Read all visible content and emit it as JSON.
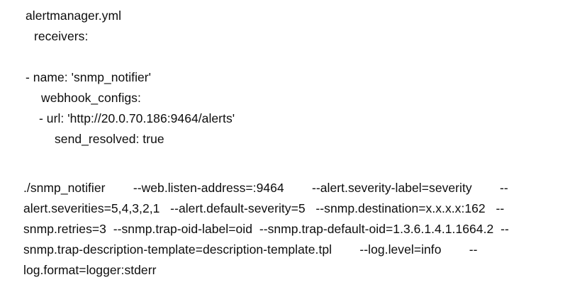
{
  "document": {
    "yaml_block": {
      "name": "alertmanager.yml",
      "lines": [
        {
          "text": "alertmanager.yml",
          "indent": 1
        },
        {
          "text": "receivers:",
          "indent": 2
        },
        {
          "text": "",
          "indent": 0
        },
        {
          "text": "- name: 'snmp_notifier'",
          "indent": 1
        },
        {
          "text": "webhook_configs:",
          "indent": 3
        },
        {
          "text": "- url: 'http://20.0.70.186:9464/alerts'",
          "indent": 4
        },
        {
          "text": "send_resolved: true",
          "indent": 5
        }
      ]
    },
    "command_block": {
      "name": "snmp_notifier-invocation",
      "lines": [
        "./snmp_notifier        --web.listen-address=:9464        --alert.severity-label=severity        --",
        "alert.severities=5,4,3,2,1   --alert.default-severity=5   --snmp.destination=x.x.x.x:162   --",
        "snmp.retries=3  --snmp.trap-oid-label=oid  --snmp.trap-default-oid=1.3.6.1.4.1.1664.2  --",
        "snmp.trap-description-template=description-template.tpl        --log.level=info        --",
        "log.format=logger:stderr"
      ]
    }
  },
  "colors": {
    "background": "#ffffff",
    "text": "#0d0d0d"
  }
}
